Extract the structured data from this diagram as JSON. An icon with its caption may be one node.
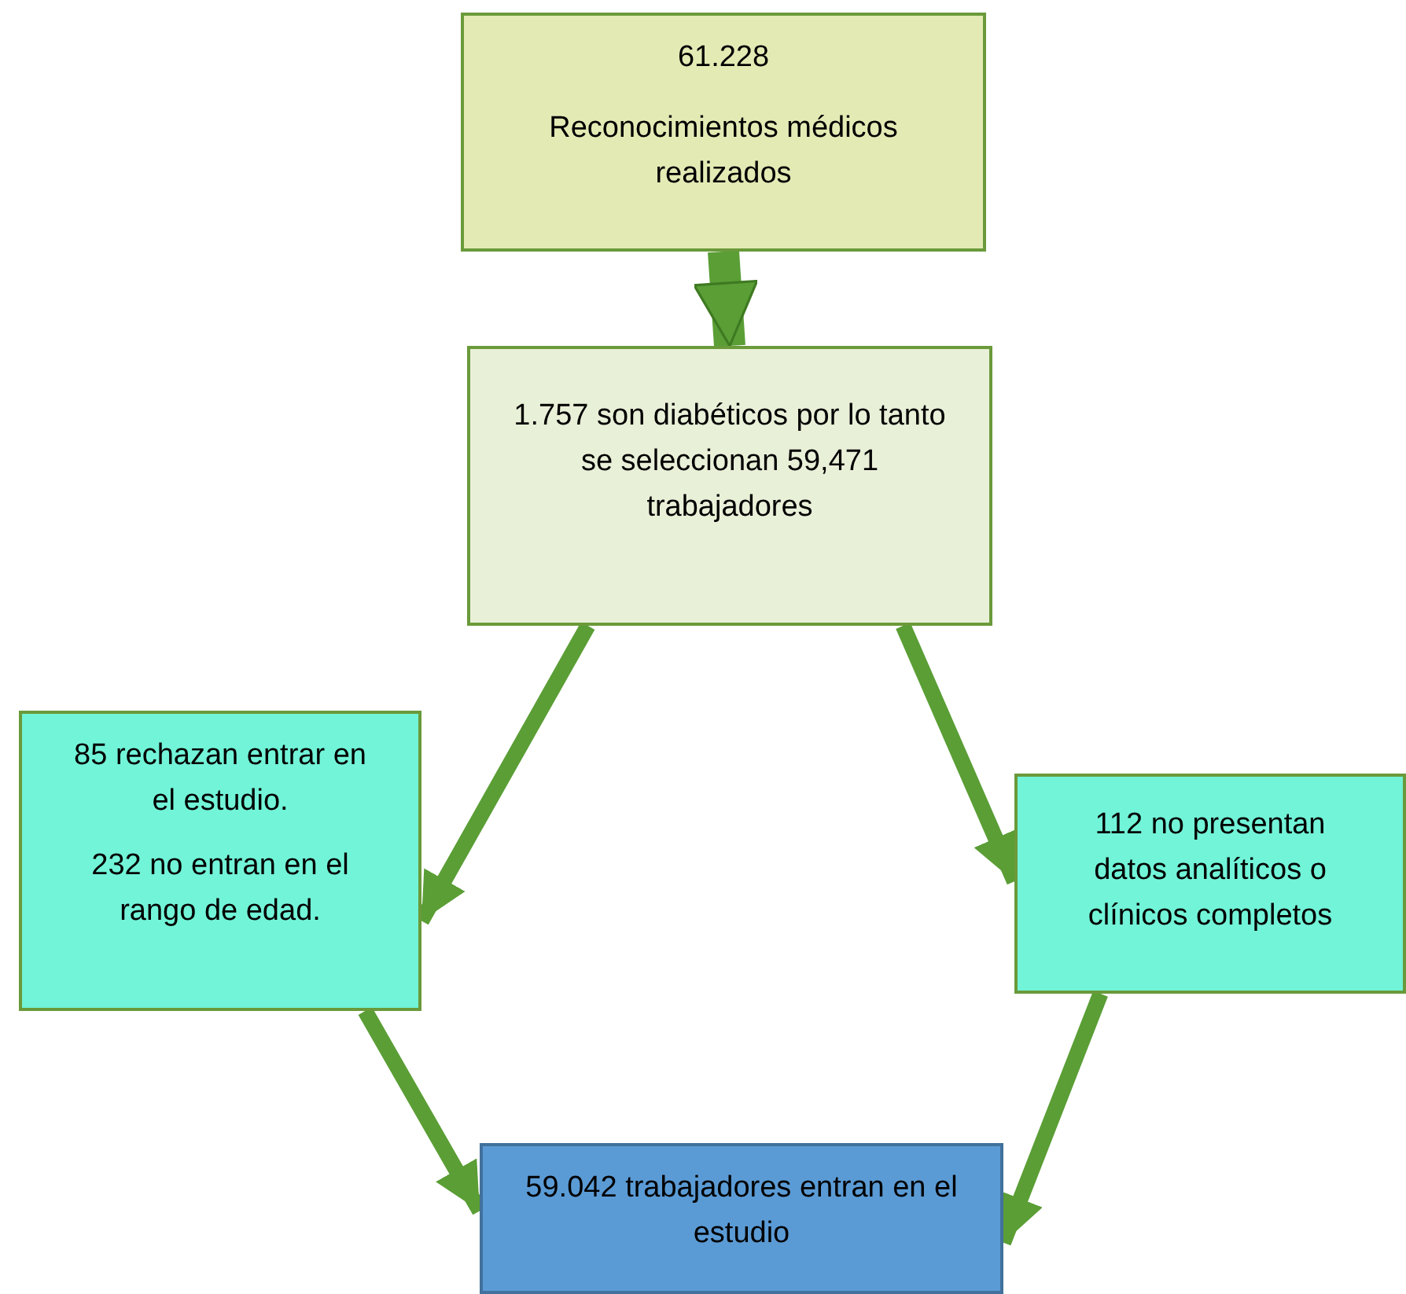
{
  "diagram": {
    "nodes": [
      {
        "text": [
          "61.228",
          "Reconocimientos médicos realizados"
        ]
      },
      {
        "text": [
          "1.757 son diabéticos por lo tanto se seleccionan 59,471 trabajadores"
        ]
      },
      {
        "text": [
          "85 rechazan entrar en el estudio.",
          "232 no entran en el rango de edad."
        ]
      },
      {
        "text": [
          "112 no presentan datos analíticos o clínicos completos"
        ]
      },
      {
        "text": [
          "59.042 trabajadores entran en el estudio"
        ]
      }
    ],
    "edges": [
      {
        "from": 0,
        "to": 1,
        "arrow": "to",
        "style": "thick"
      },
      {
        "from": 1,
        "to": 2,
        "arrow": "to"
      },
      {
        "from": 1,
        "to": 3,
        "arrow": "to"
      },
      {
        "from": 2,
        "to": 4,
        "arrow": "to"
      },
      {
        "from": 3,
        "to": 4,
        "arrow": "to"
      }
    ]
  }
}
